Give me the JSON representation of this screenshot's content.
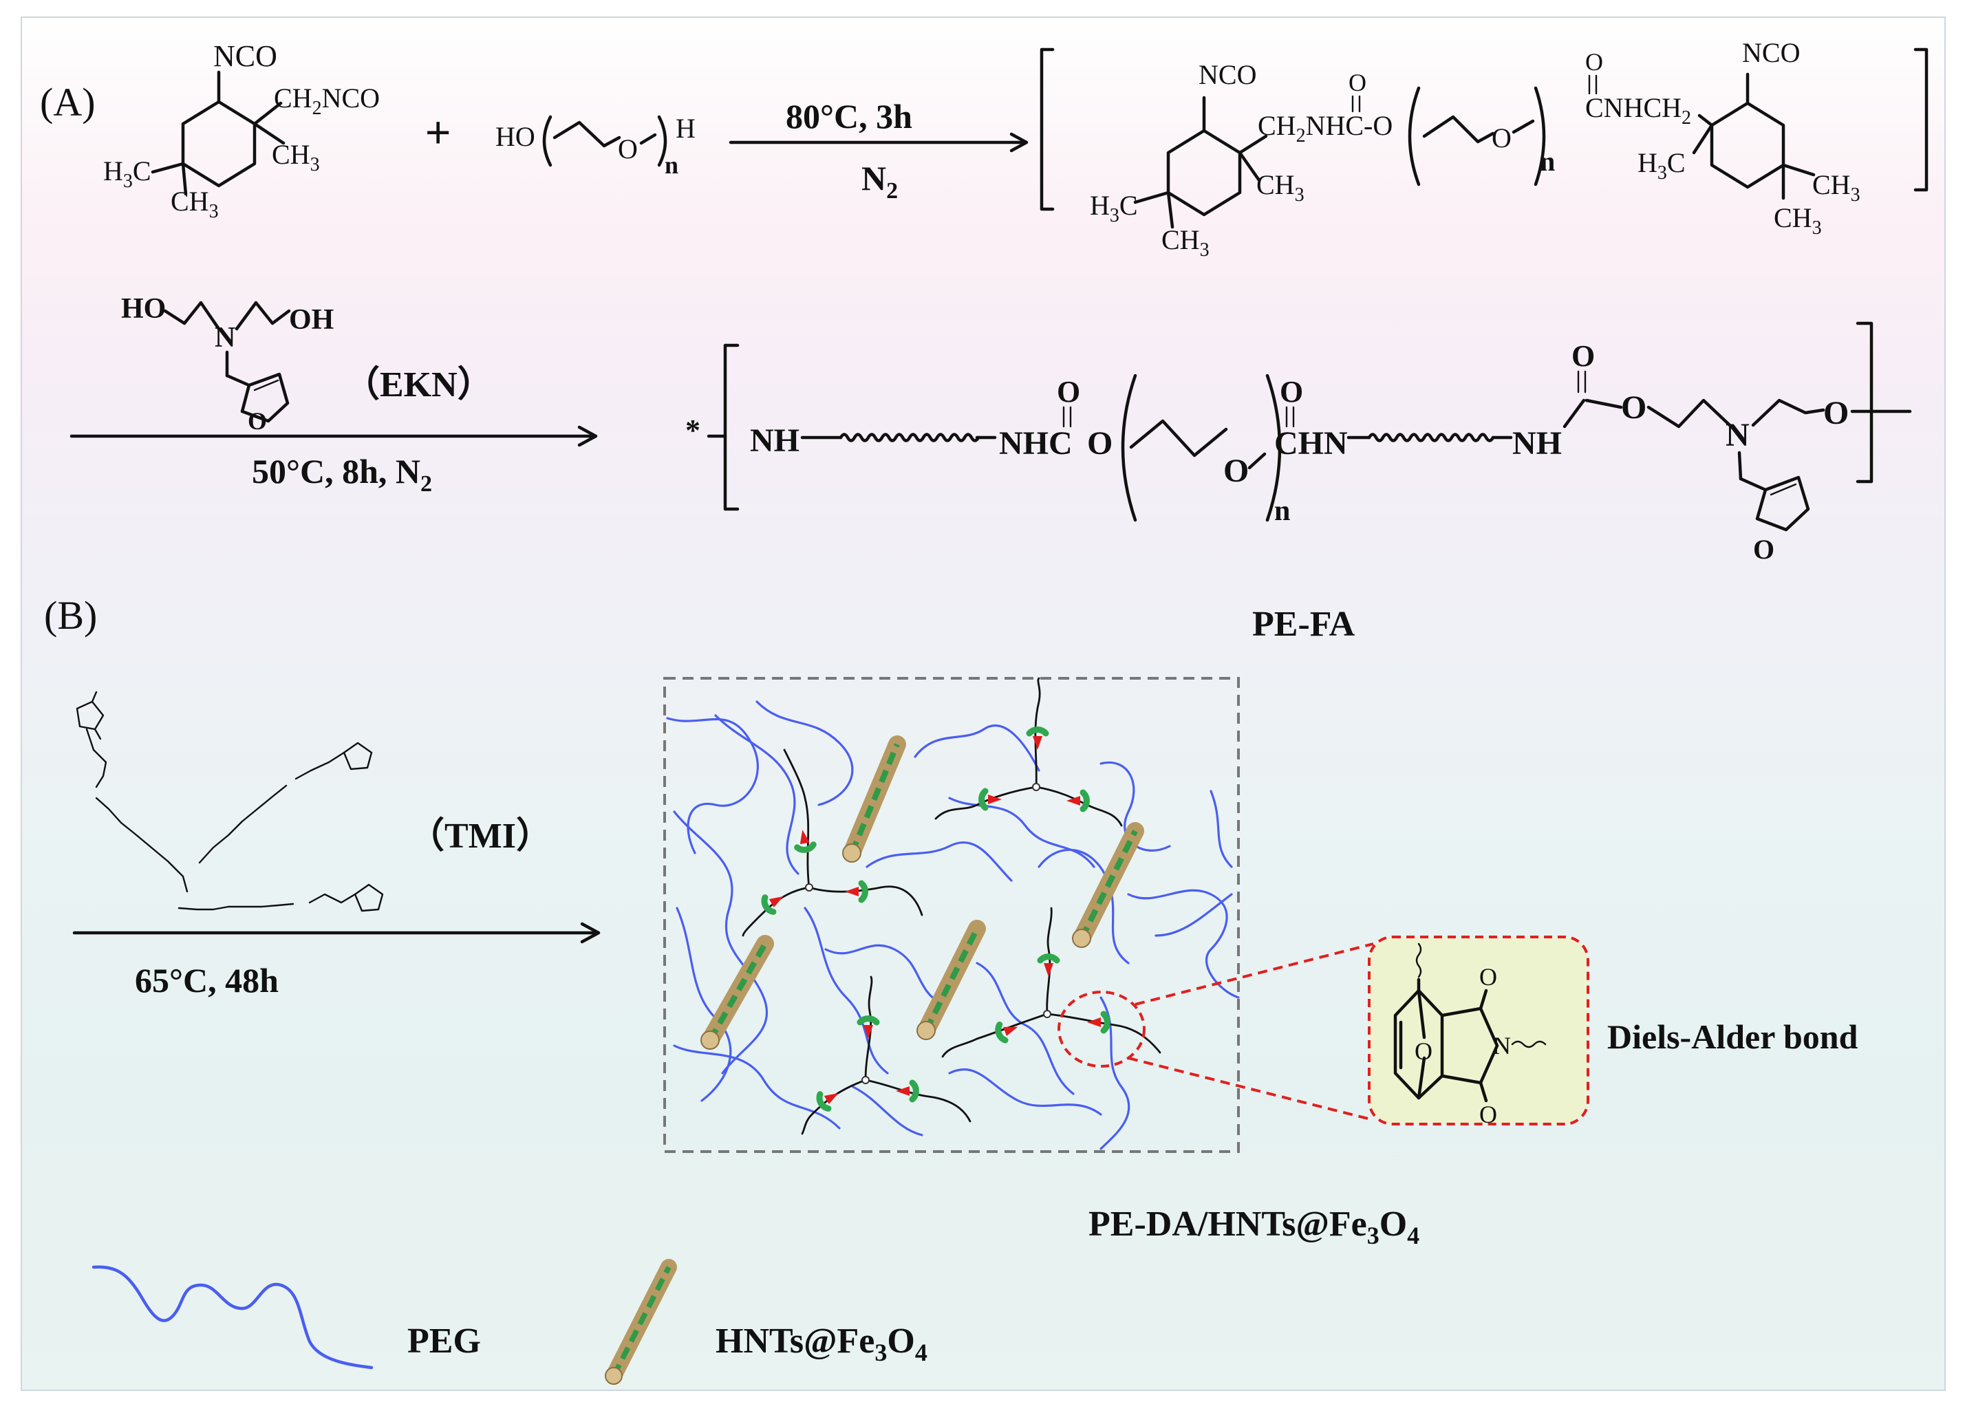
{
  "panels": {
    "a": "(A)",
    "b": "(B)"
  },
  "reaction_a": {
    "plus": "+",
    "step1_conditions": "80°C, 3h",
    "step1_atmosphere": "N",
    "step1_atmosphere_sub": "2",
    "ekn_label": "（EKN）",
    "step2_conditions": "50°C, 8h, N",
    "step2_conditions_sub": "2",
    "product_name": "PE-FA"
  },
  "reaction_b": {
    "tmi_label": "（TMI）",
    "conditions": "65°C, 48h",
    "product_name": "PE-DA/HNTs@Fe",
    "product_sub1": "3",
    "product_mid": "O",
    "product_sub2": "4",
    "inset_label": "Diels-Alder bond"
  },
  "legend": {
    "peg_label": "PEG",
    "hnt_label": "HNTs@Fe",
    "hnt_sub1": "3",
    "hnt_mid": "O",
    "hnt_sub2": "4"
  },
  "atom_labels": {
    "nco": "NCO",
    "ch2nco": "CH2NCO",
    "ch3": "CH3",
    "h3c": "H3C",
    "ho": "HO",
    "h": "H",
    "o": "O",
    "n": "n",
    "oh": "OH",
    "N": "N",
    "ch2": "CH2",
    "nhco": "NHC-O",
    "conh": "CNHCH2",
    "nh": "NH",
    "nhc": "NHC",
    "chn": "CHN",
    "star": "*"
  },
  "colors": {
    "peg": "#4a5ef0",
    "rod_body": "#b79a63",
    "rod_stripe": "#2f9a47",
    "red_arrow": "#e11b1b",
    "green_cap": "#2fa84f",
    "inset_fill": "#eef3cf",
    "inset_border": "#e02020",
    "dashed_box": "#777777"
  }
}
